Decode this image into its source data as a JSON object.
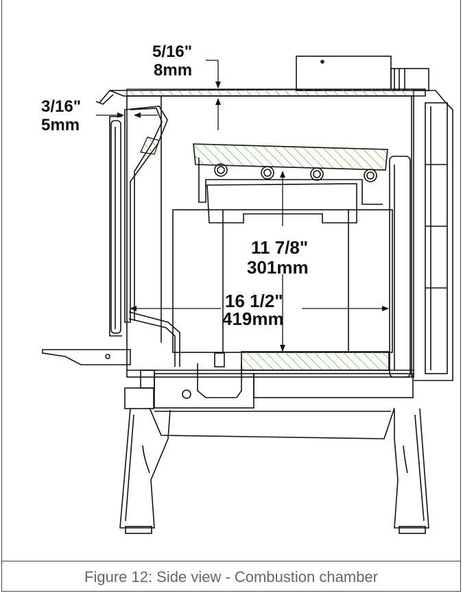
{
  "figure": {
    "caption": "Figure 12: Side view - Combustion chamber",
    "hatch_color": "#6ab04c",
    "line_color": "#111111"
  },
  "dimensions": {
    "top_clearance": {
      "imperial": "5/16\"",
      "metric": "8mm"
    },
    "door_gap": {
      "imperial": "3/16\"",
      "metric": "5mm"
    },
    "chamber_height": {
      "imperial": "11 7/8\"",
      "metric": "301mm"
    },
    "chamber_depth": {
      "imperial": "16 1/2\"",
      "metric": "419mm"
    }
  }
}
